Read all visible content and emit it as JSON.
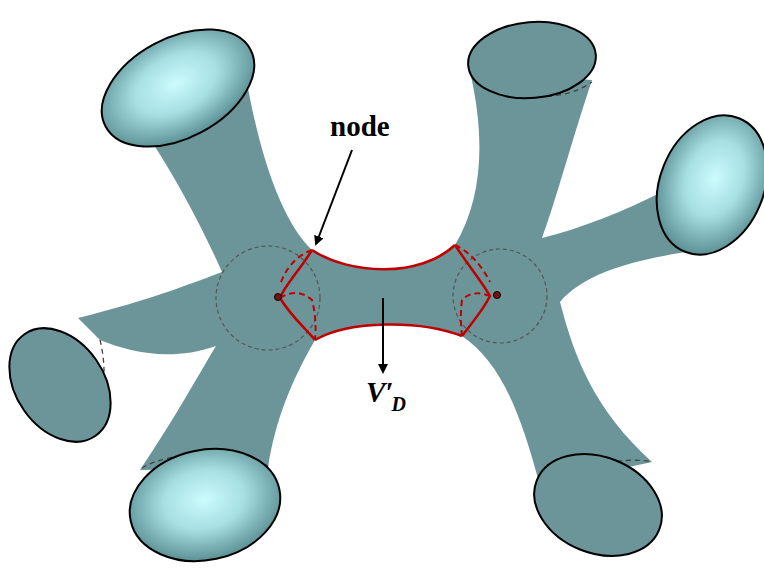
{
  "diagram": {
    "labels": [
      "node",
      "V′",
      "D"
    ]
  }
}
